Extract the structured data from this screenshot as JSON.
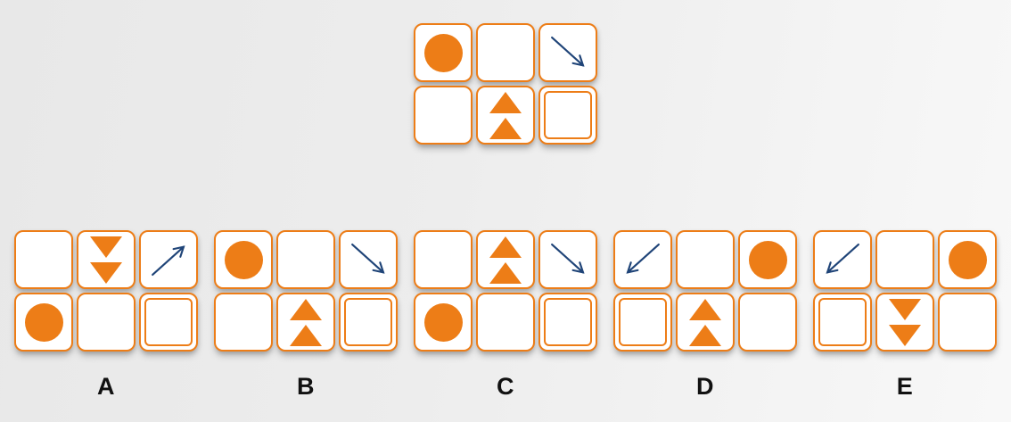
{
  "colors": {
    "orange": "#ED7D17",
    "navy": "#1F4478",
    "label_text": "#111111"
  },
  "question": {
    "rows": 2,
    "cols": 3,
    "cells": [
      "circle",
      "blank",
      "arrow-down-right",
      "blank",
      "triangles-up",
      "inner-box"
    ]
  },
  "options": [
    {
      "label": "A",
      "cells": [
        "blank",
        "triangles-down",
        "arrow-up-right",
        "circle",
        "blank",
        "inner-box"
      ]
    },
    {
      "label": "B",
      "cells": [
        "circle",
        "blank",
        "arrow-down-right",
        "blank",
        "triangles-up",
        "inner-box"
      ]
    },
    {
      "label": "C",
      "cells": [
        "blank",
        "triangles-up",
        "arrow-down-right",
        "circle",
        "blank",
        "inner-box"
      ]
    },
    {
      "label": "D",
      "cells": [
        "arrow-down-left",
        "blank",
        "circle",
        "inner-box",
        "triangles-up",
        "blank"
      ]
    },
    {
      "label": "E",
      "cells": [
        "arrow-down-left",
        "blank",
        "circle",
        "inner-box",
        "triangles-down",
        "blank"
      ]
    }
  ]
}
